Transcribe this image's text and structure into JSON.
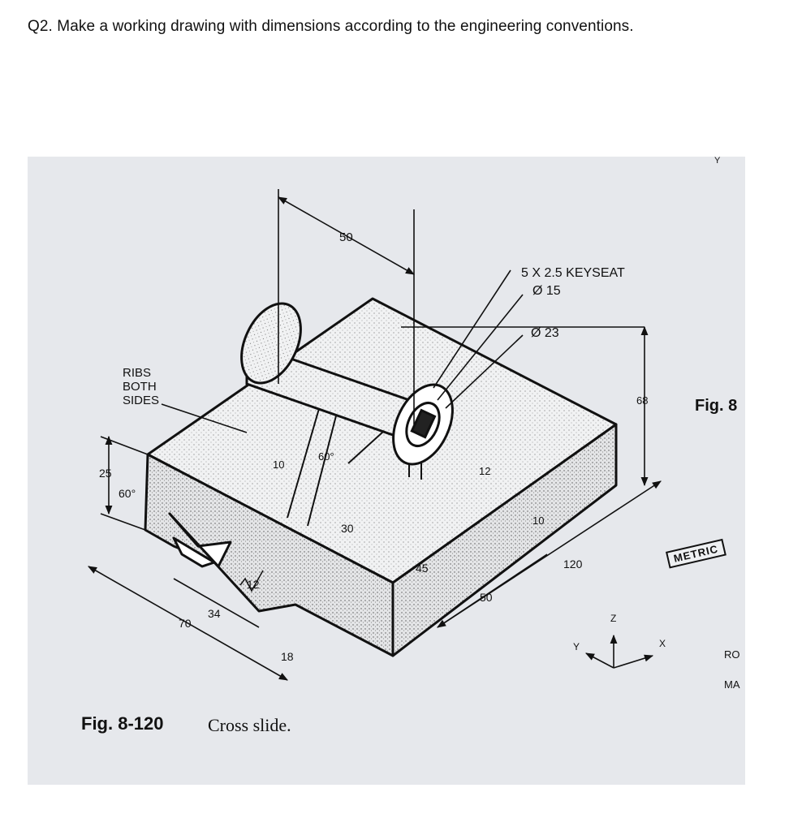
{
  "question": "Q2. Make a working drawing with dimensions according to the engineering conventions.",
  "figure": {
    "caption_number": "Fig. 8-120",
    "caption_text": "Cross slide.",
    "fig_ref_partial": "Fig. 8",
    "metric_label": "METRIC",
    "edge_fragment_1": "RO",
    "edge_fragment_2": "MA",
    "corner_fragment": "Y",
    "notes": {
      "ribs_line1": "RIBS",
      "ribs_line2": "BOTH",
      "ribs_line3": "SIDES",
      "keyseat": "5 X 2.5 KEYSEAT",
      "dia15": "Ø 15",
      "dia23": "Ø 23"
    },
    "dimensions": {
      "d50_top": "50",
      "d68": "68",
      "d25": "25",
      "d60_left": "60°",
      "d10_rib": "10",
      "d60_rib": "60°",
      "d30": "30",
      "d12_mid": "12",
      "d10_right": "10",
      "d45": "45",
      "d120": "120",
      "d50_bottom": "50",
      "d12_surface": "12",
      "d34": "34",
      "d70": "70",
      "d18": "18"
    },
    "axes": {
      "z": "Z",
      "x": "X",
      "y": "Y"
    }
  }
}
